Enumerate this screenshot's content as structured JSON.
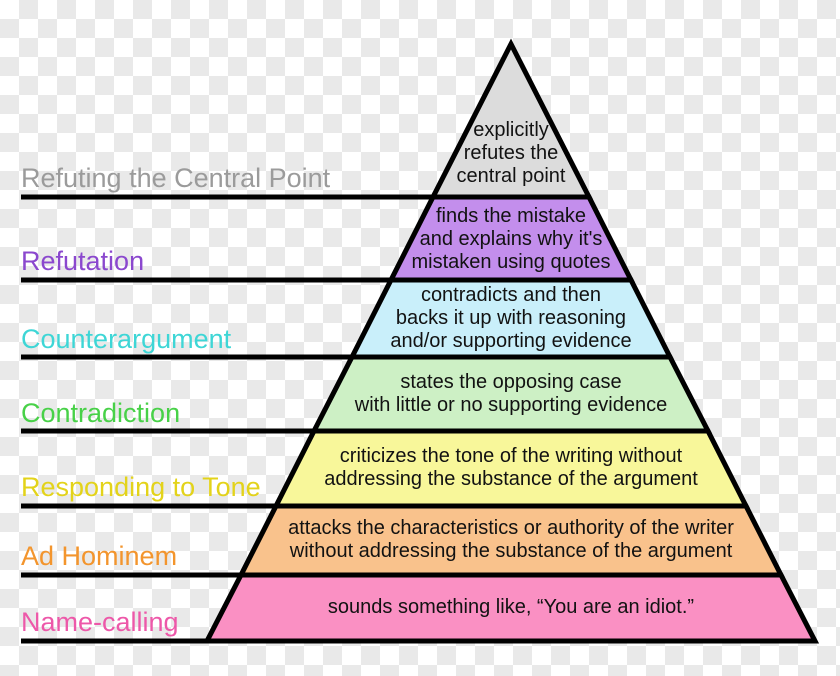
{
  "diagram_name": "disagreement-hierarchy-pyramid",
  "outline_color": "#000000",
  "background": {
    "checker_light": "#ffffff",
    "checker_dark": "#e9e9e9"
  },
  "levels": [
    {
      "label": "Refuting the Central Point",
      "label_color": "#9b9b9b",
      "fill": "#dcdcdc",
      "lines": [
        "explicitly",
        "refutes the",
        "central point"
      ]
    },
    {
      "label": "Refutation",
      "label_color": "#8b48ce",
      "fill": "#c38eec",
      "lines": [
        "finds the mistake",
        "and explains why it's",
        "mistaken using quotes"
      ]
    },
    {
      "label": "Counterargument",
      "label_color": "#3ed6d6",
      "fill": "#c9effa",
      "lines": [
        "contradicts and then",
        "backs it up with reasoning",
        "and/or supporting evidence"
      ]
    },
    {
      "label": "Contradiction",
      "label_color": "#48d148",
      "fill": "#cdf0c5",
      "lines": [
        "states the opposing case",
        "with little or no supporting evidence"
      ]
    },
    {
      "label": "Responding to Tone",
      "label_color": "#e3d31a",
      "fill": "#f8f79a",
      "lines": [
        "criticizes the tone of the writing without",
        "addressing the substance of the argument"
      ]
    },
    {
      "label": "Ad Hominem",
      "label_color": "#f3952d",
      "fill": "#f9c28c",
      "lines": [
        "attacks the characteristics or authority of the writer",
        "without addressing the substance of the argument"
      ]
    },
    {
      "label": "Name-calling",
      "label_color": "#ed58a9",
      "fill": "#fa90c3",
      "lines": [
        "sounds something like, “You are an idiot.”"
      ]
    }
  ]
}
